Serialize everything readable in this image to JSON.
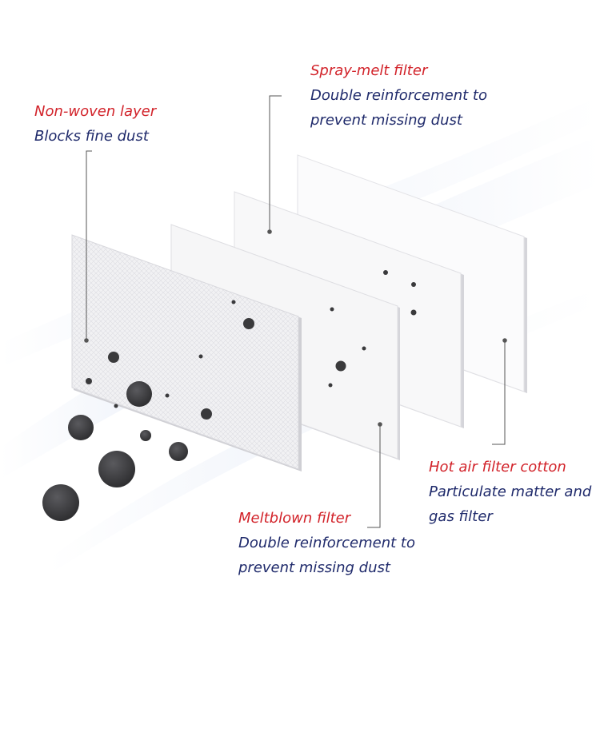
{
  "colors": {
    "title": "#d2232a",
    "description": "#1f2a6b",
    "leader_line": "#555555",
    "particle": "#3a3a3c",
    "light_stream": "#c9d6ee"
  },
  "layers": [
    {
      "id": "non-woven",
      "title": "Non-woven layer",
      "description": [
        "Blocks fine dust"
      ]
    },
    {
      "id": "spray-melt",
      "title": "Spray-melt filter",
      "description": [
        "Double reinforcement to",
        "prevent missing dust"
      ]
    },
    {
      "id": "meltblown",
      "title": "Meltblown filter",
      "description": [
        "Double reinforcement to",
        "prevent missing dust"
      ]
    },
    {
      "id": "hot-air",
      "title": "Hot air filter cotton",
      "description": [
        "Particulate matter and",
        "gas filter"
      ]
    }
  ]
}
